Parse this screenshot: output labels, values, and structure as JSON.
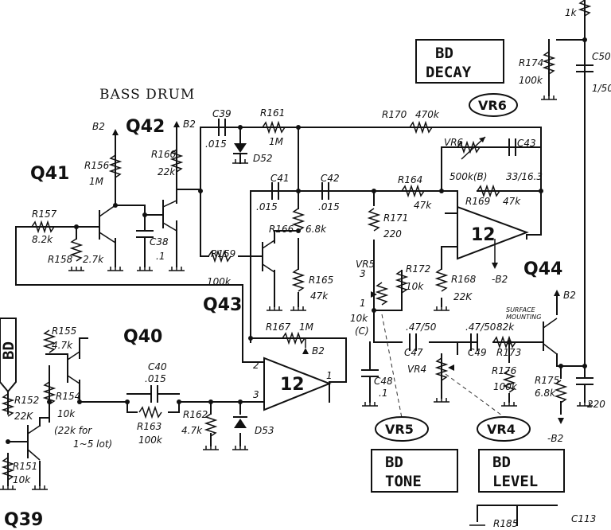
{
  "title": "BASS DRUM",
  "transistors": {
    "q39": "Q39",
    "q40": "Q40",
    "q41": "Q41",
    "q42": "Q42",
    "q43": "Q43",
    "q44": "Q44"
  },
  "opamps": {
    "ic_bottom": "12",
    "ic_right": "12"
  },
  "controls": {
    "bd_decay": {
      "line1": "BD",
      "line2": "DECAY",
      "ref": "VR6"
    },
    "bd_tone": {
      "line1": "BD",
      "line2": "TONE",
      "ref": "VR5"
    },
    "bd_level": {
      "line1": "BD",
      "line2": "LEVEL",
      "ref": "VR4"
    },
    "bd_input": "BD"
  },
  "labels": {
    "rail_b2_q41": "B2",
    "rail_b2_q42": "B2",
    "r156": "R156",
    "r156_v": "1M",
    "r160": "R160",
    "r160_v": "22k",
    "r157": "R157",
    "r157_v": "8.2k",
    "r158": "R158",
    "r158_v": "2.7k",
    "c38": "C38",
    "c38_v": ".1",
    "c39": "C39",
    "c39_v": ".015",
    "r161": "R161",
    "r161_v": "1M",
    "d52": "D52",
    "r170": "R170",
    "r170_v": "470k",
    "c41": "C41",
    "c41_v": ".015",
    "c42": "C42",
    "c42_v": ".015",
    "r166": "R166",
    "r166_v": "6.8k",
    "r159": "R159",
    "r159_v": "100k",
    "r165": "R165",
    "r165_v": "47k",
    "r164": "R164",
    "r164_v": "47k",
    "vr6_label": "VR6",
    "vr6_v": "500k(B)",
    "c43": "C43",
    "c43_v": "33/16.3",
    "r169": "R169",
    "r169_v": "47k",
    "r171": "R171",
    "r171_v": "220",
    "vr5_label": "VR5",
    "r172": "R172",
    "r172_v": "10k",
    "r168": "R168",
    "r168_v": "22K",
    "neg_b2_ic": "-B2",
    "r167": "R167",
    "r167_v": "1M",
    "b2_ic": "B2",
    "r155": "R155",
    "r155_v": "4.7k",
    "r154": "R154",
    "r154_v": "10k",
    "r154_note": "(22k for",
    "r154_note2": "1~5 lot)",
    "c40": "C40",
    "c40_v": ".015",
    "r163": "R163",
    "r163_v": "100k",
    "r162": "R162",
    "r162_v": "4.7k",
    "d53": "D53",
    "r152": "R152",
    "r152_v": "22K",
    "r151": "R151",
    "r151_v": "10k",
    "c47": "C47",
    "c47_v": ".47/50",
    "c48": "C48",
    "c48_v": ".1",
    "vr4_label": "VR4",
    "c49": "C49",
    "c49_v": ".47/50",
    "r173": "R173",
    "r173_v": "82k",
    "r176": "R176",
    "r176_v": "100k",
    "r175": "R175",
    "r175_v": "6.8k",
    "surface_mounting": "SURFACE",
    "surface_mounting2": "MOUNTING",
    "b2_q44": "B2",
    "neg_b2_q44": "-B2",
    "r174": "R174",
    "r174_v": "100k",
    "top_r_v": "1k",
    "c50": "C50",
    "c50_v": "1/50",
    "cap_220": "220",
    "r185": "R185",
    "c113": "C113",
    "pin2": "2",
    "pin3": "3",
    "pin1": "1",
    "pin_1a": "1",
    "pin_3a": "3",
    "wiper_c": "(C)",
    "ten_k": "10k"
  }
}
